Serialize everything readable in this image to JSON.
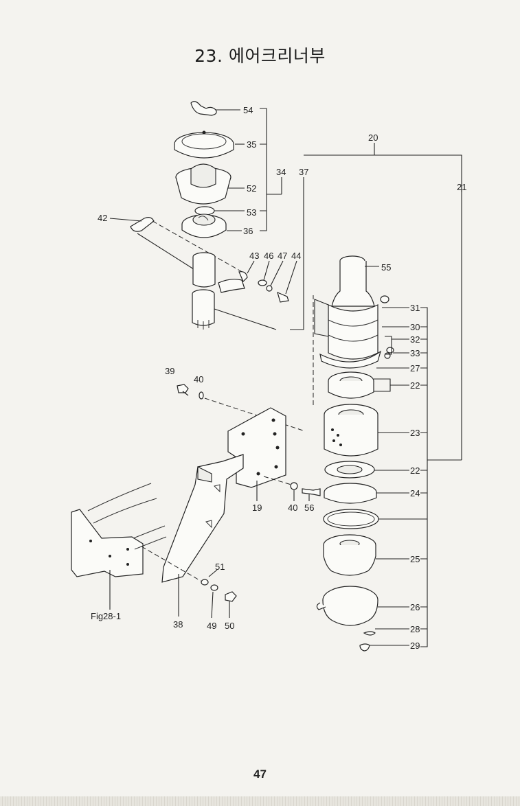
{
  "page": {
    "title": "23. 에어크리너부",
    "page_number": "47"
  },
  "callouts": {
    "p54": "54",
    "p35": "35",
    "p52": "52",
    "p53": "53",
    "p36": "36",
    "p34": "34",
    "p37": "37",
    "p20": "20",
    "p21": "21",
    "p42": "42",
    "p43": "43",
    "p46": "46",
    "p47": "47",
    "p44": "44",
    "p55": "55",
    "p31": "31",
    "p30": "30",
    "p32": "32",
    "p33": "33",
    "p27": "27",
    "p22a": "22",
    "p39": "39",
    "p40a": "40",
    "p23": "23",
    "p22b": "22",
    "p24": "24",
    "p19": "19",
    "p40b": "40",
    "p56": "56",
    "p25": "25",
    "p26": "26",
    "p28": "28",
    "p29": "29",
    "p51": "51",
    "p38": "38",
    "p49": "49",
    "p50": "50",
    "fig_ref": "Fig28-1"
  }
}
